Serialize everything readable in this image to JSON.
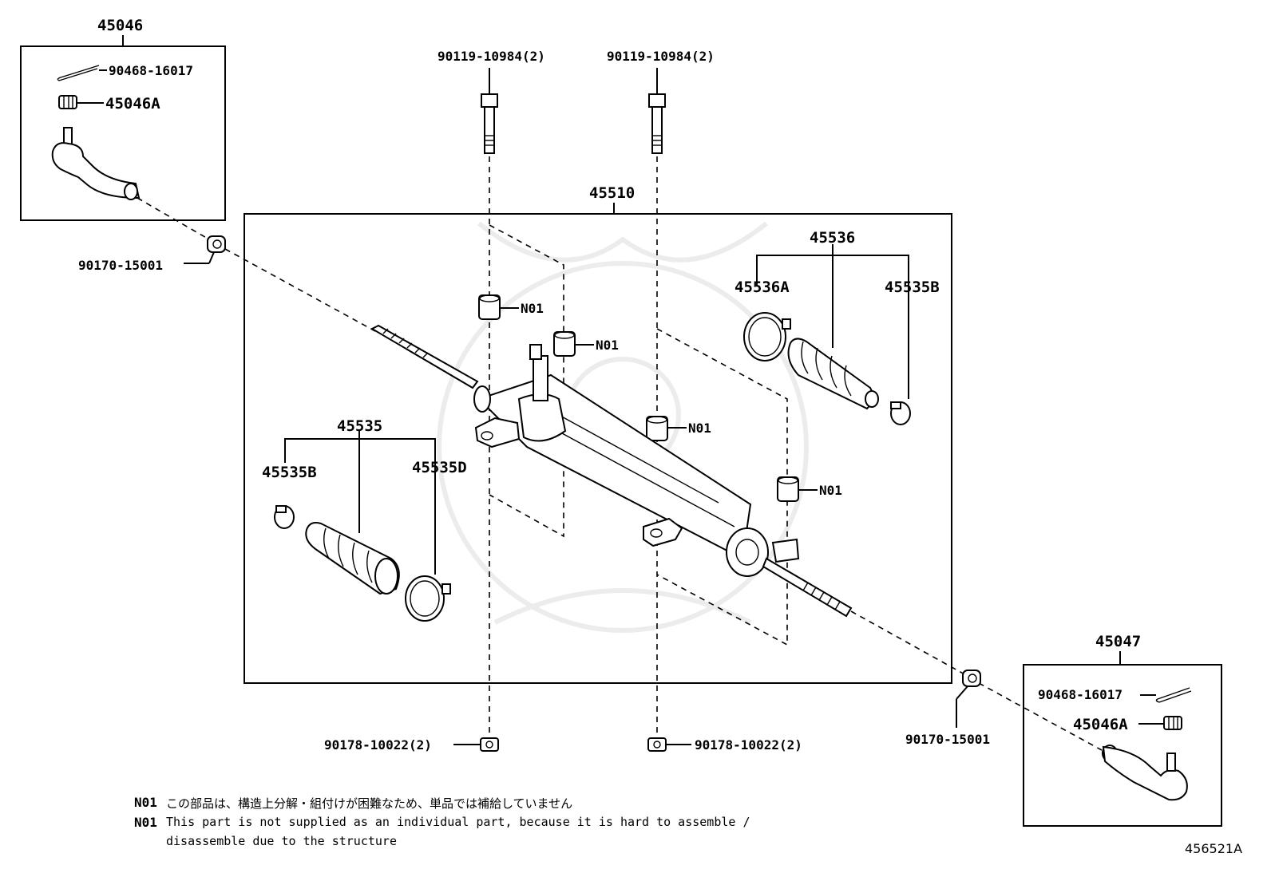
{
  "labels": {
    "tie_rod_end_left": "45046",
    "cotter_pin_left": "90468-16017",
    "nut_left": "45046A",
    "bolt_left": "90119-10984(2)",
    "bolt_right": "90119-10984(2)",
    "rack_assembly": "45510",
    "boot_kit_right": "45536",
    "clamp_right_a": "45536A",
    "clamp_right_b": "45535B",
    "lock_nut_left": "90170-15001",
    "n01_1": "N01",
    "n01_2": "N01",
    "n01_3": "N01",
    "n01_4": "N01",
    "boot_kit_left": "45535",
    "clamp_left_b": "45535B",
    "clamp_left_d": "45535D",
    "tie_rod_end_right": "45047",
    "cotter_pin_right": "90468-16017",
    "nut_right": "45046A",
    "lock_nut_right": "90170-15001",
    "mount_nut_left": "90178-10022(2)",
    "mount_nut_right": "90178-10022(2)"
  },
  "notes": {
    "code1": "N01",
    "ja": "この部品は、構造上分解・組付けが困難なため、単品では補給していません",
    "code2": "N01",
    "en_line1": "This part is not supplied as an individual part, because it is hard to assemble /",
    "en_line2": "disassemble due to the structure"
  },
  "figure_number": "456521A"
}
